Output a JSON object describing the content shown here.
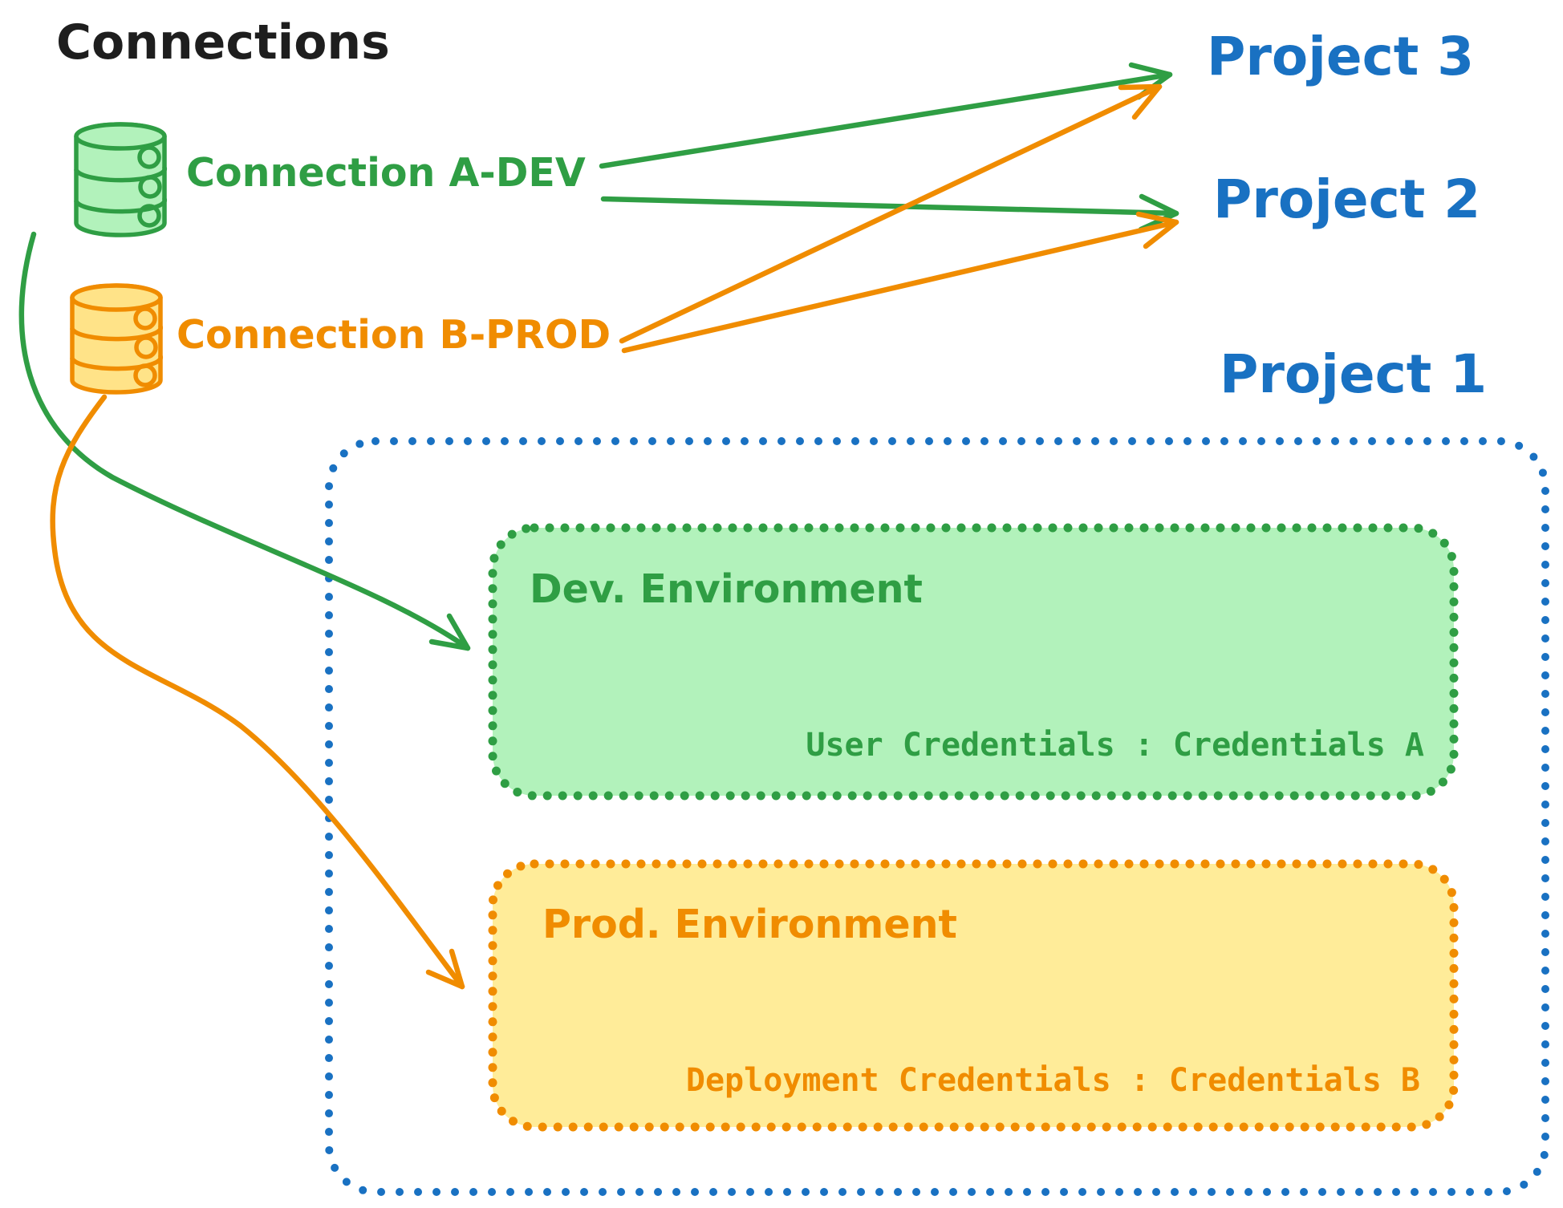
{
  "heading": {
    "label": "Connections"
  },
  "connections": {
    "a_dev": {
      "label": "Connection A-DEV",
      "icon": "database-icon"
    },
    "b_prod": {
      "label": "Connection B-PROD",
      "icon": "database-icon"
    }
  },
  "projects": {
    "project3": {
      "label": "Project 3"
    },
    "project2": {
      "label": "Project 2"
    },
    "project1": {
      "label": "Project 1"
    }
  },
  "project1_box": {
    "dev_environment": {
      "title": "Dev. Environment",
      "credentials": "User Credentials : Credentials A"
    },
    "prod_environment": {
      "title": "Prod. Environment",
      "credentials": "Deployment Credentials : Credentials B"
    }
  },
  "colors": {
    "bg": "#ffffff",
    "ink": "#1e1e1e",
    "green": "#2f9e44",
    "green_fill": "#b2f2bb",
    "orange": "#f08c00",
    "orange_fill": "#ffec99",
    "db_orange_fill": "#ffe388",
    "blue": "#1971c2"
  }
}
